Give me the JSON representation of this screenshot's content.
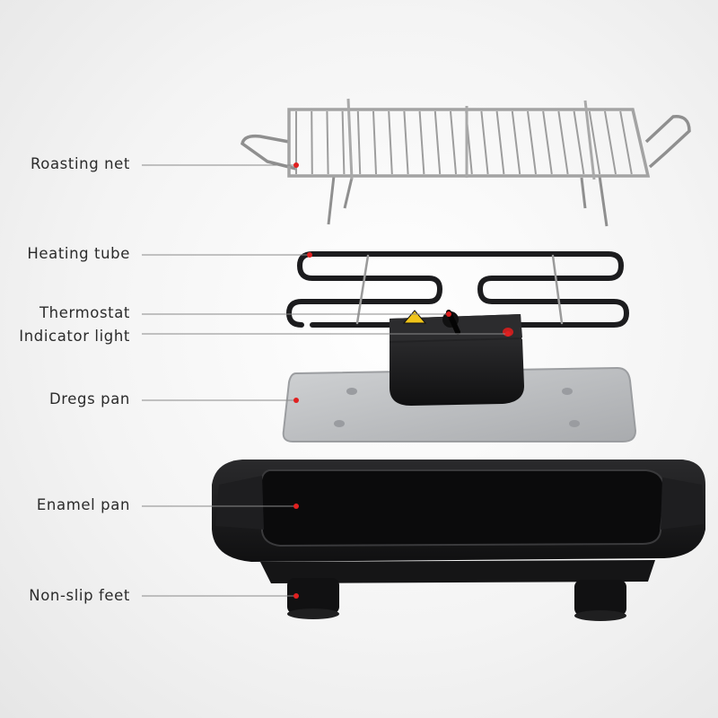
{
  "labels": {
    "roasting_net": "Roasting net",
    "heating_tube": "Heating tube",
    "thermostat": "Thermostat",
    "indicator_light": "Indicator light",
    "dregs_pan": "Dregs pan",
    "enamel_pan": "Enamel pan",
    "non_slip_feet": "Non-slip feet"
  },
  "colors": {
    "background": "#efefef",
    "leader_line": "#8a8a8a",
    "marker_dot": "#e02020",
    "label_text": "#2b2b2b",
    "grill_black": "#1c1c1e",
    "dregs_pan_gray": "#b9bbbe",
    "wire_steel": "#9a9a9a"
  }
}
